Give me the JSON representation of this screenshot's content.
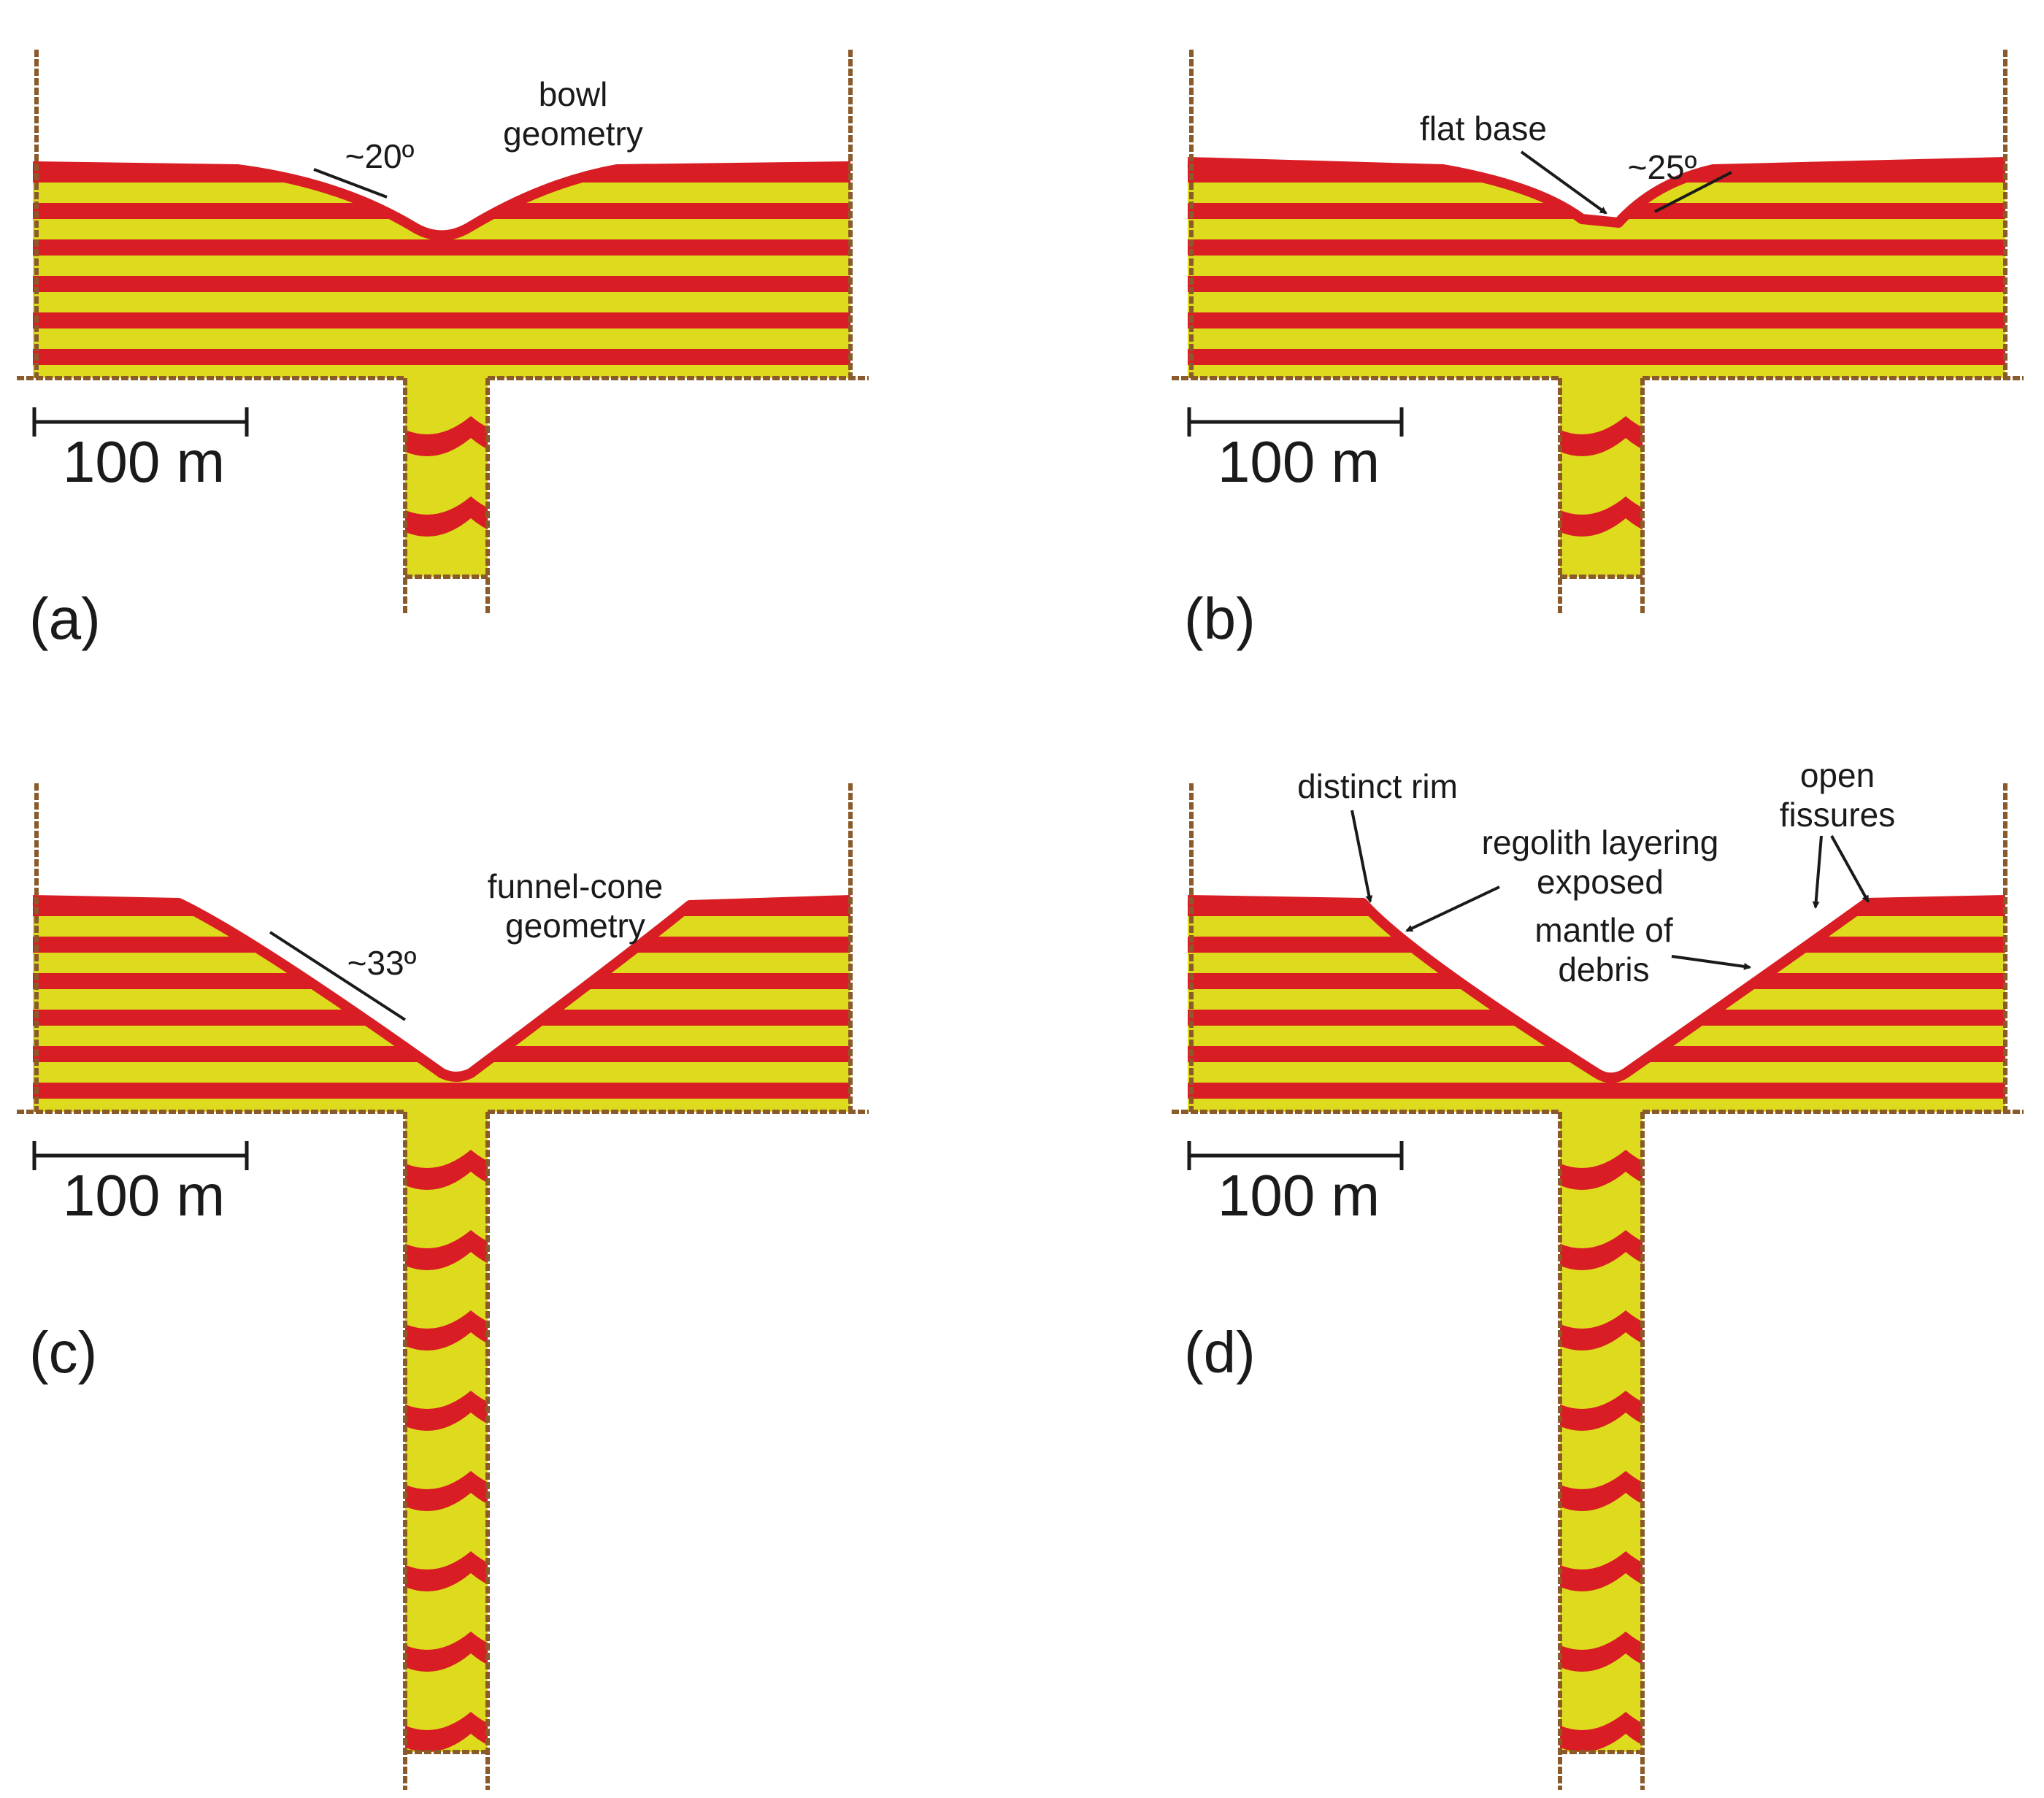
{
  "colors": {
    "layer_red": "#d81e24",
    "layer_yellow": "#dedb1e",
    "wall": "#8a5a2b",
    "ink": "#1a1a1a"
  },
  "panels": [
    {
      "id": "a",
      "label": "(a)",
      "scale_bar": "100 m",
      "annotations": [
        {
          "lines": [
            "bowl",
            "geometry"
          ]
        },
        {
          "lines": [
            "~20º"
          ]
        }
      ]
    },
    {
      "id": "b",
      "label": "(b)",
      "scale_bar": "100 m",
      "annotations": [
        {
          "lines": [
            "flat base"
          ]
        },
        {
          "lines": [
            "~25º"
          ]
        }
      ]
    },
    {
      "id": "c",
      "label": "(c)",
      "scale_bar": "100 m",
      "annotations": [
        {
          "lines": [
            "funnel-cone",
            "geometry"
          ]
        },
        {
          "lines": [
            "~33º"
          ]
        }
      ]
    },
    {
      "id": "d",
      "label": "(d)",
      "scale_bar": "100 m",
      "annotations": [
        {
          "lines": [
            "distinct rim"
          ]
        },
        {
          "lines": [
            "regolith layering",
            "exposed"
          ]
        },
        {
          "lines": [
            "open",
            "fissures"
          ]
        },
        {
          "lines": [
            "mantle of",
            "debris"
          ]
        }
      ]
    }
  ]
}
